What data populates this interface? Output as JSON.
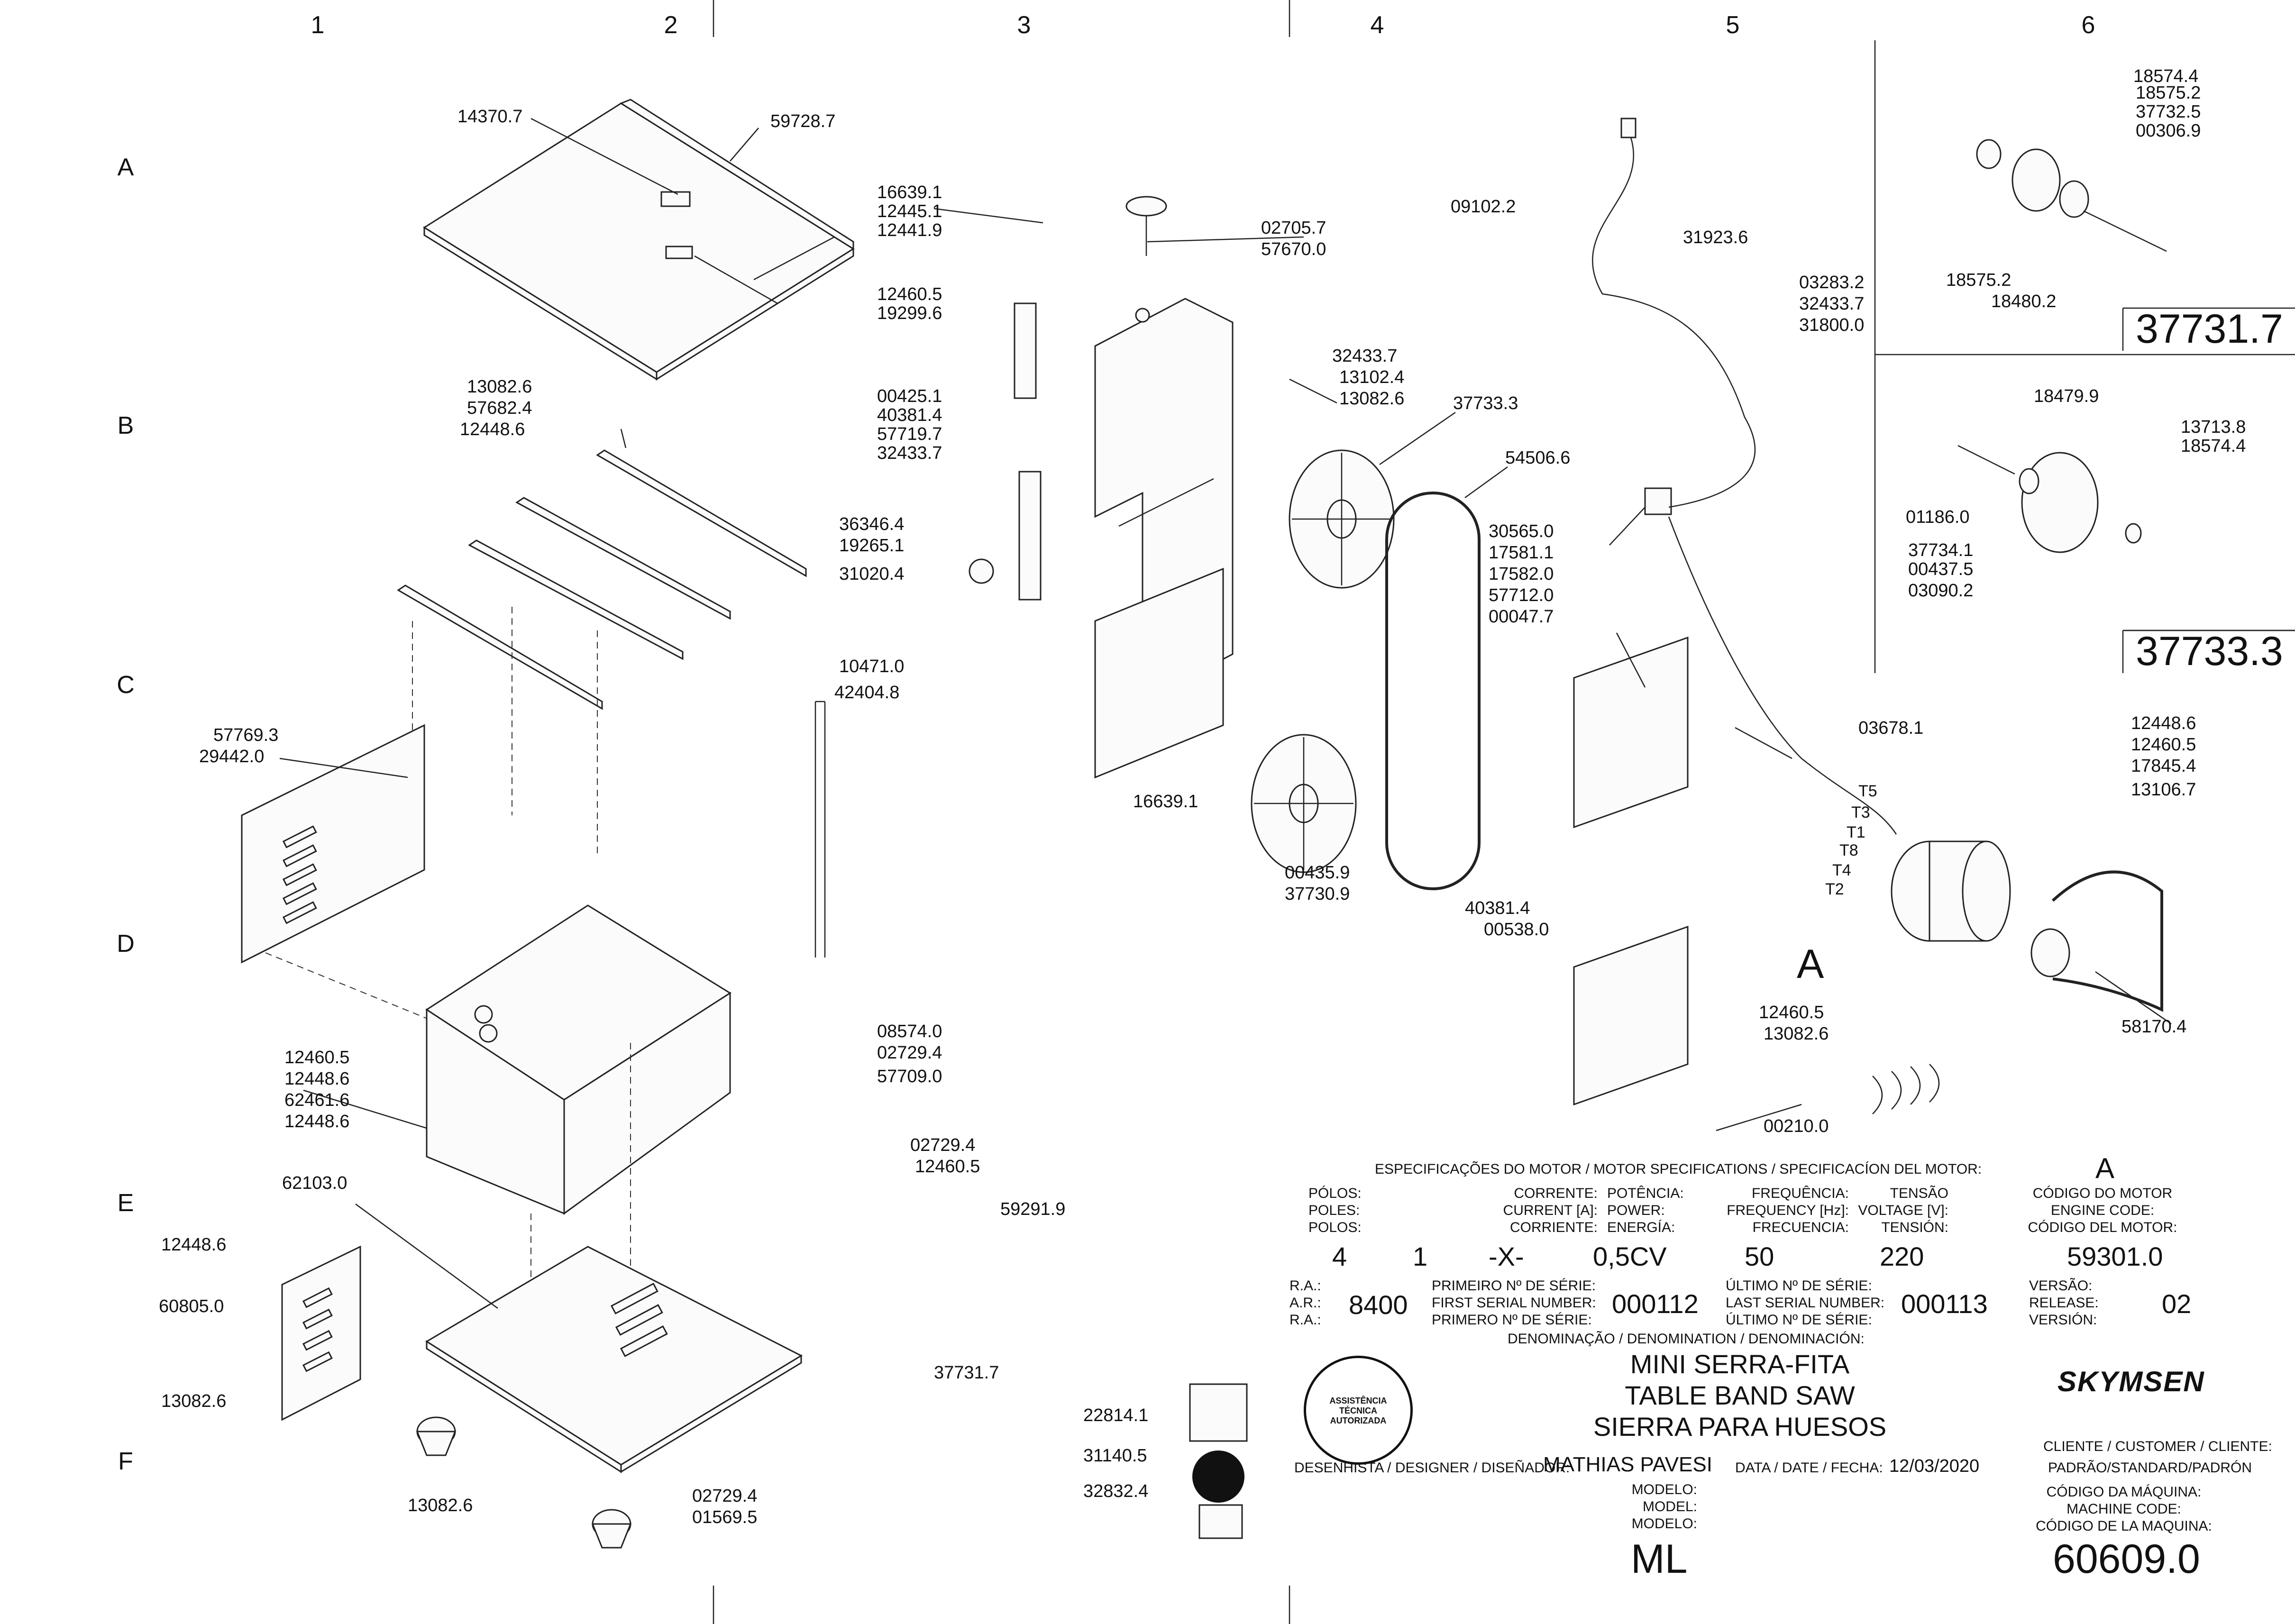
{
  "grid": {
    "columns": [
      "1",
      "2",
      "3",
      "4",
      "5",
      "6"
    ],
    "rows": [
      "A",
      "B",
      "C",
      "D",
      "E",
      "F"
    ]
  },
  "parts": [
    "14370.7",
    "59728.7",
    "13082.6",
    "57682.4",
    "12448.6",
    "57769.3",
    "29442.0",
    "12460.5",
    "12448.6",
    "62461.6",
    "12448.6",
    "62103.0",
    "12448.6",
    "60805.0",
    "13082.6",
    "13082.6",
    "16639.1",
    "12445.1",
    "12441.9",
    "12460.5",
    "19299.6",
    "00425.1",
    "40381.4",
    "57719.7",
    "32433.7",
    "36346.4",
    "19265.1",
    "31020.4",
    "10471.0",
    "42404.8",
    "08574.0",
    "02729.4",
    "57709.0",
    "02729.4",
    "12460.5",
    "59291.9",
    "37731.7",
    "02729.4",
    "01569.5",
    "22814.1",
    "31140.5",
    "32832.4",
    "02705.7",
    "57670.0",
    "32433.7",
    "13102.4",
    "13082.6",
    "37733.3",
    "16639.1",
    "00435.9",
    "37730.9",
    "09102.2",
    "31923.6",
    "03283.2",
    "32433.7",
    "31800.0",
    "54506.6",
    "30565.0",
    "17581.1",
    "17582.0",
    "57712.0",
    "00047.7",
    "40381.4",
    "00538.0",
    "03678.1",
    "12448.6",
    "12460.5",
    "17845.4",
    "13106.7",
    "12460.5",
    "13082.6",
    "58170.4",
    "00210.0",
    "18574.4",
    "18575.2",
    "37732.5",
    "00306.9",
    "18575.2",
    "18480.2",
    "18479.9",
    "13713.8",
    "18574.4",
    "01186.0",
    "37734.1",
    "00437.5",
    "03090.2"
  ],
  "wires": [
    "T5",
    "T3",
    "T1",
    "T8",
    "T4",
    "T2"
  ],
  "motor_view_label": "A",
  "insets": {
    "inset1_code": "37731.7",
    "inset2_code": "37733.3"
  },
  "spec": {
    "heading": "ESPECIFICAÇÕES DO MOTOR / MOTOR SPECIFICATIONS / SPECIFICACÍON DEL MOTOR:",
    "motor_letter": "A",
    "poles_label": [
      "PÓLOS:",
      "POLES:",
      "POLOS:"
    ],
    "current_label": [
      "CORRENTE:",
      "CURRENT [A]:",
      "CORRIENTE:"
    ],
    "power_label": [
      "POTÊNCIA:",
      "POWER:",
      "ENERGÍA:"
    ],
    "frequency_label": [
      "FREQUÊNCIA:",
      "FREQUENCY [Hz]:",
      "FRECUENCIA:"
    ],
    "voltage_label": [
      "TENSÃO",
      "VOLTAGE [V]:",
      "TENSIÓN:"
    ],
    "engine_code_label": [
      "CÓDIGO DO MOTOR",
      "ENGINE CODE:",
      "CÓDIGO DEL MOTOR:"
    ],
    "values": {
      "poles": "4",
      "poles2": "1",
      "current": "-X-",
      "power": "0,5CV",
      "frequency": "50",
      "voltage": "220",
      "engine_code": "59301.0"
    },
    "ra_label": [
      "R.A.:",
      "A.R.:",
      "R.A.:"
    ],
    "ra_value": "8400",
    "first_serial_label": [
      "PRIMEIRO Nº DE SÉRIE:",
      "FIRST SERIAL NUMBER:",
      "PRIMERO Nº DE SÉRIE:"
    ],
    "first_serial": "000112",
    "last_serial_label": [
      "ÚLTIMO Nº DE SÉRIE:",
      "LAST SERIAL NUMBER:",
      "ÚLTIMO Nº DE SÉRIE:"
    ],
    "last_serial": "000113",
    "version_label": [
      "VERSÃO:",
      "RELEASE:",
      "VERSIÓN:"
    ],
    "version": "02",
    "denomination_label": "DENOMINAÇÃO / DENOMINATION / DENOMINACIÓN:",
    "names": [
      "MINI SERRA-FITA",
      "TABLE BAND SAW",
      "SIERRA PARA HUESOS"
    ],
    "designer_label": "DESENHISTA / DESIGNER / DISEÑADOR:",
    "designer": "MATHIAS PAVESI",
    "date_label": "DATA / DATE / FECHA:",
    "date": "12/03/2020",
    "client_label": "CLIENTE / CUSTOMER / CLIENTE:",
    "client": "PADRÃO/STANDARD/PADRÓN",
    "model_label": [
      "MODELO:",
      "MODEL:",
      "MODELO:"
    ],
    "model": "ML",
    "machine_code_label": [
      "CÓDIGO DA MÁQUINA:",
      "MACHINE CODE:",
      "CÓDIGO DE LA MAQUINA:"
    ],
    "machine_code": "60609.0",
    "brand": "SKYMSEN",
    "seal_text": "ASSISTÊNCIA TÉCNICA AUTORIZADA"
  },
  "colors": {
    "ink": "#111111",
    "paper": "#ffffff"
  }
}
